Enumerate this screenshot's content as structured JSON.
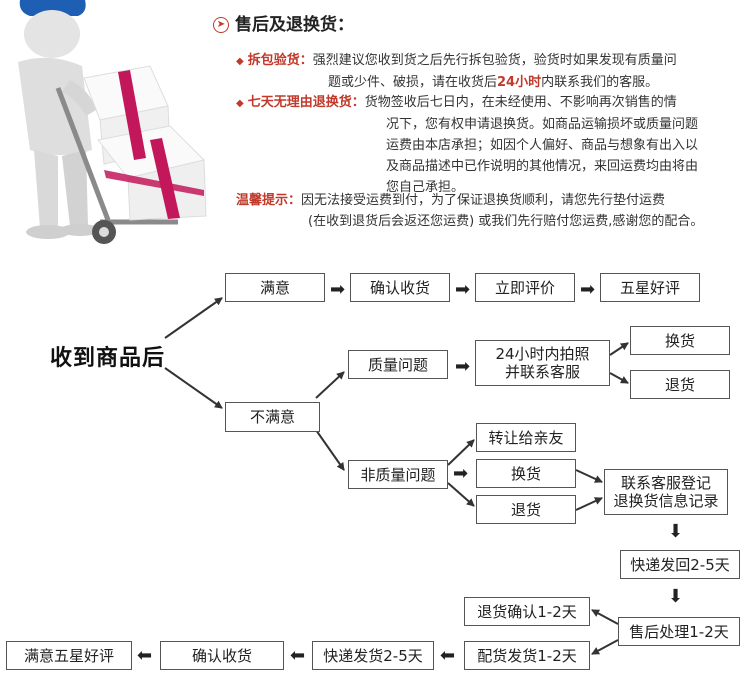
{
  "section": {
    "title": "售后及退换货：",
    "items": [
      {
        "label": "拆包验货：",
        "lines": [
          [
            "强烈建议您收到货之后先行拆包验货，验货时如果发现有质量问"
          ],
          [
            "题或少件、破损，请在收货后",
            "24小时",
            "内联系我们的客服。"
          ]
        ]
      },
      {
        "label": "七天无理由退换货：",
        "lines": [
          [
            "货物签收后七日内，在未经使用、不影响再次销售的情"
          ],
          [
            "况下，您有权申请退换货。如商品运输损坏或质量问题"
          ],
          [
            "运费由本店承担；如因个人偏好、商品与想象有出入以"
          ],
          [
            "及商品描述中已作说明的其他情况，来回运费均由将由"
          ],
          [
            "您自己承担。"
          ]
        ]
      }
    ],
    "tip": {
      "label": "温馨提示：",
      "line1": "因无法接受运费到付，为了保证退换货顺利，请您先行垫付运费",
      "line2": "(在收到退货后会返还您运费) 或我们先行赔付您运费,感谢您的配合。"
    }
  },
  "flow": {
    "start": "收到商品后",
    "satisfied": "满意",
    "confirm_receipt": "确认收货",
    "review_now": "立即评价",
    "five_star": "五星好评",
    "unsatisfied": "不满意",
    "quality_issue": "质量问题",
    "photo_contact": "24小时内拍照\n并联系客服",
    "exchange": "换货",
    "refund": "退货",
    "non_quality_issue": "非质量问题",
    "gift_to_friend": "转让给亲友",
    "exchange2": "换货",
    "refund2": "退货",
    "register": "联系客服登记\n退换货信息记录",
    "express_back": "快递发回2-5天",
    "aftersale": "售后处理1-2天",
    "refund_confirm": "退货确认1-2天",
    "ship_out": "配货发货1-2天",
    "express_out": "快递发货2-5天",
    "confirm_receipt2": "确认收货",
    "satisfied_five_star": "满意五星好评"
  },
  "colors": {
    "accent_red": "#c0392b",
    "box_border": "#555555",
    "arrow": "#333333",
    "cap_blue": "#1f5fb3",
    "ribbon": "#c2185b"
  }
}
